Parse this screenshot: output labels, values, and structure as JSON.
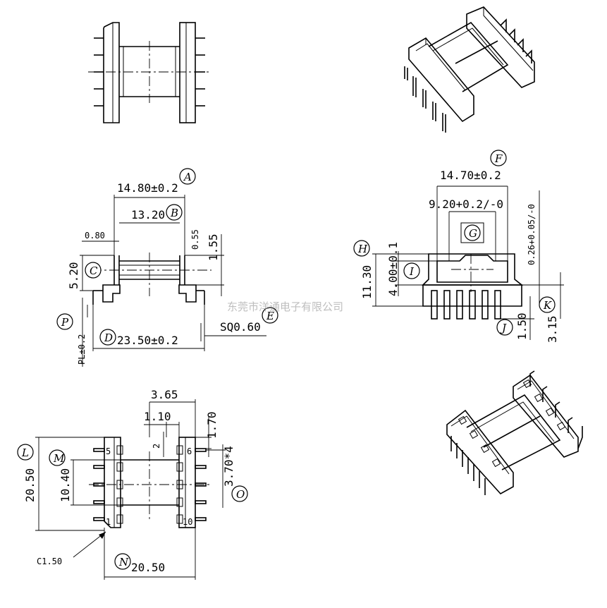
{
  "watermark": "东莞市洋通电子有限公司",
  "side_view": {
    "dims": {
      "width_outer": "14.80±0.2",
      "width_inner": "13.20",
      "flange": "0.80",
      "gap": "0.55",
      "top": "1.55",
      "height": "5.20",
      "pin_square": "SQ0.60",
      "pin_span": "23.50±0.2",
      "pl": "PL±0.2"
    },
    "labels": {
      "A": "A",
      "B": "B",
      "C": "C",
      "D": "D",
      "E": "E",
      "P": "P"
    }
  },
  "front_view": {
    "dims": {
      "width": "14.70±0.2",
      "window": "9.20+0.2/-0",
      "tol": "0.26+0.05/-0",
      "height_total": "11.30",
      "height_window": "4.00±0.1",
      "pin_len": "1.50",
      "base": "3.15"
    },
    "labels": {
      "F": "F",
      "G": "G",
      "H": "H",
      "I": "I",
      "J": "J",
      "K": "K"
    }
  },
  "bottom_view": {
    "dims": {
      "d365": "3.65",
      "d110": "1.10",
      "d170": "1.70",
      "d2": "2",
      "d370": "3.70*4",
      "height": "20.50",
      "inner": "10.40",
      "width": "20.50",
      "chamfer": "C1.50"
    },
    "pins": {
      "p1": "1",
      "p5": "5",
      "p6": "6",
      "p10": "10"
    },
    "labels": {
      "L": "L",
      "M": "M",
      "N": "N",
      "O": "O"
    }
  }
}
